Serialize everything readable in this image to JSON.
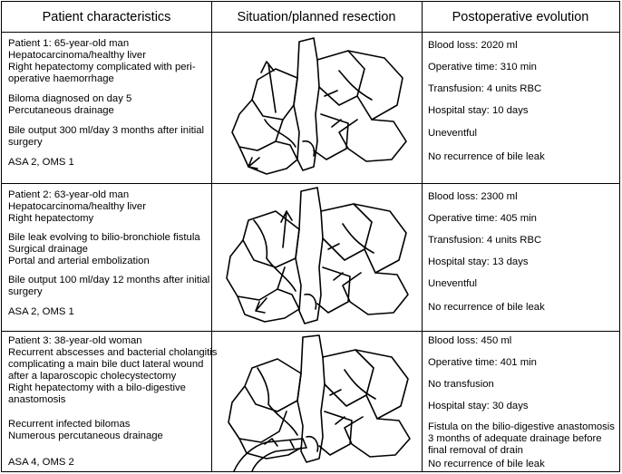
{
  "headers": [
    "Patient characteristics",
    "Situation/planned resection",
    "Postoperative evolution"
  ],
  "rows": [
    {
      "characteristics": [
        "Patient 1: 65-year-old man",
        "Hepatocarcinoma/healthy liver",
        "Right hepatectomy complicated with peri-",
        "operative haemorrhage",
        "Biloma diagnosed on day 5",
        "Percutaneous drainage",
        "Bile output 300 ml/day 3 months after initial",
        "surgery",
        "ASA 2, OMS 1"
      ],
      "evolution": [
        "Blood loss: 2020 ml",
        "Operative time: 310 min",
        "Transfusion: 4 units RBC",
        "Hospital stay: 10 days",
        "Uneventful",
        "No recurrence of bile leak"
      ]
    },
    {
      "characteristics": [
        "Patient 2: 63-year-old man",
        "Hepatocarcinoma/healthy liver",
        "Right hepatectomy",
        "Bile leak evolving to bilio-bronchiole fistula",
        "Surgical drainage",
        "Portal and arterial embolization",
        "Bile output 100 ml/day 12 months after initial",
        "surgery",
        "ASA 2, OMS 1"
      ],
      "evolution": [
        "Blood loss: 2300 ml",
        "Operative time: 405 min",
        "Transfusion: 4 units RBC",
        "Hospital stay: 13 days",
        "Uneventful",
        "No recurrence of bile leak"
      ]
    },
    {
      "characteristics": [
        "Patient 3: 38-year-old woman",
        "Recurrent abscesses and bacterial cholangitis",
        "complicating a main bile duct lateral wound",
        "after a laparoscopic cholecystectomy",
        "Right hepatectomy with a bilo-digestive",
        "anastomosis",
        "Recurrent infected bilomas",
        "Numerous percutaneous drainage",
        "ASA 4, OMS 2"
      ],
      "evolution": [
        "Blood loss: 450 ml",
        "Operative time: 401 min",
        "No transfusion",
        "Hospital stay: 30 days",
        "Fistula on the bilio-digestive anastomosis",
        "3 months of adequate  drainage before",
        "final removal of drain",
        "No recurrence of bile leak"
      ]
    }
  ]
}
